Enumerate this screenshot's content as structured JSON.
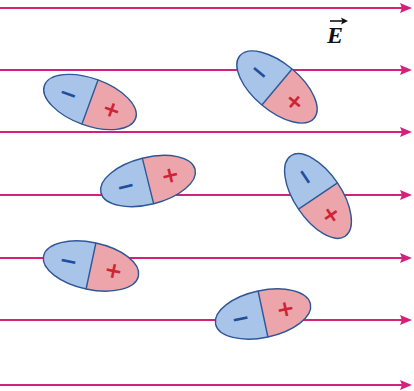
{
  "diagram": {
    "nodes": [
      {
        "text": [
          "−",
          "+"
        ]
      },
      {
        "text": [
          "−",
          "+"
        ]
      },
      {
        "text": [
          "−",
          "+"
        ]
      },
      {
        "text": [
          "−",
          "+"
        ]
      },
      {
        "text": [
          "−",
          "+"
        ]
      },
      {
        "text": [
          "−",
          "+"
        ]
      }
    ],
    "labels": [
      "E"
    ]
  }
}
